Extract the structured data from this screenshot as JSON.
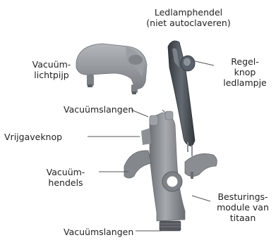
{
  "labels": {
    "led_handle": [
      "Ledlamphendel",
      "(niet autoclaveren)"
    ],
    "light_pipe": [
      "Vacuüm-",
      "lichtpijp"
    ],
    "adjust_knob": [
      "Regel-",
      "knop",
      "ledlampje"
    ],
    "vacuum_tubes_top": "Vacuümslangen",
    "release_button": "Vrijgaveknop",
    "vacuum_levers": [
      "Vacuüm-",
      "hendels"
    ],
    "control_module": [
      "Besturings-",
      "module van",
      "titaan"
    ],
    "vacuum_tubes_bottom": "Vacuümslangen"
  },
  "colors": {
    "text": "#222222",
    "leader": "#555555",
    "gray_part": "#8f9296",
    "dark_part": "#4a5056"
  }
}
